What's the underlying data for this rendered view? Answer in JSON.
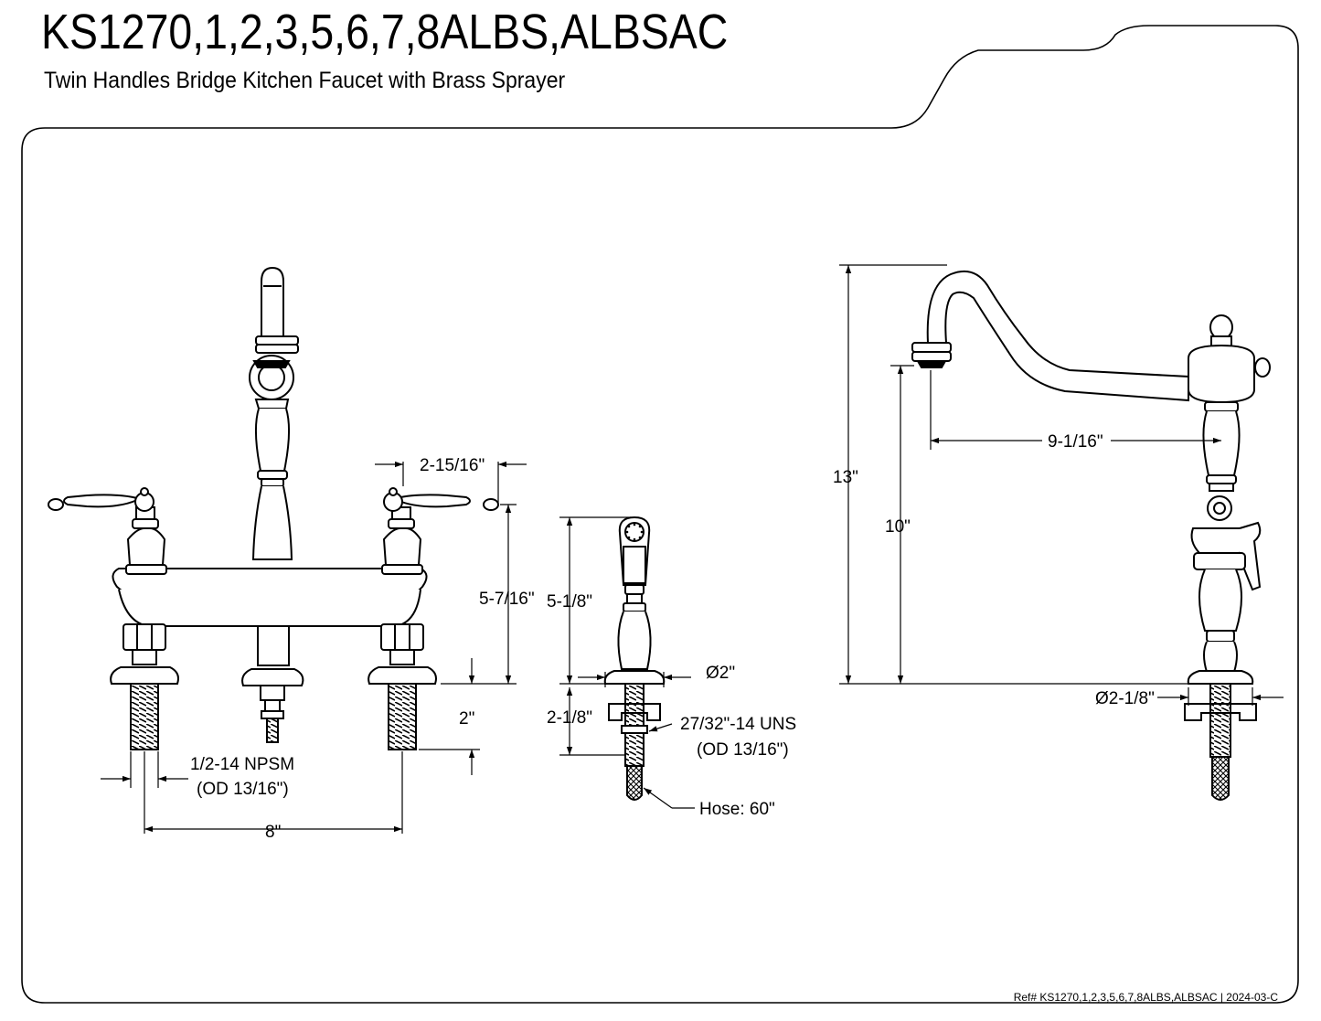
{
  "header": {
    "model": "KS1270,1,2,3,5,6,7,8ALBS,ALBSAC",
    "description": "Twin Handles Bridge Kitchen Faucet with Brass Sprayer"
  },
  "footer": {
    "ref": "Ref# KS1270,1,2,3,5,6,7,8ALBS,ALBSAC | 2024-03-C"
  },
  "front_view": {
    "handle_width": "2-15/16\"",
    "handle_height": "5-7/16\"",
    "shank_length": "2\"",
    "thread": "1/2-14 NPSM",
    "thread_od": "(OD 13/16\")",
    "center_spread": "8\""
  },
  "sprayer": {
    "height": "5-1/8\"",
    "base_diameter": "Ø2\"",
    "shank_length": "2-1/8\"",
    "thread": "27/32\"-14 UNS",
    "thread_od": "(OD 13/16\")",
    "hose": "Hose: 60\""
  },
  "side_view": {
    "overall_height": "13\"",
    "spout_height": "10\"",
    "spout_reach": "9-1/16\"",
    "base_diameter": "Ø2-1/8\""
  }
}
